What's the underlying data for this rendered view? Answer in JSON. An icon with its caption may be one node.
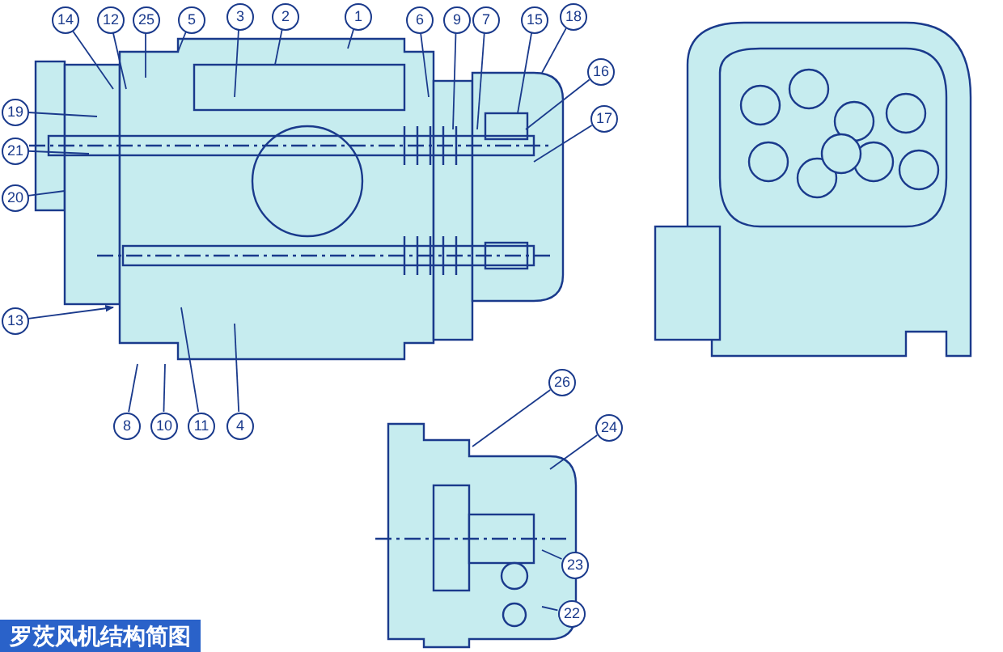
{
  "diagram": {
    "caption": "罗茨风机结构简图",
    "nodes": [
      {
        "text": [
          "14"
        ]
      },
      {
        "text": [
          "12"
        ]
      },
      {
        "text": [
          "25"
        ]
      },
      {
        "text": [
          "5"
        ]
      },
      {
        "text": [
          "3"
        ]
      },
      {
        "text": [
          "2"
        ]
      },
      {
        "text": [
          "1"
        ]
      },
      {
        "text": [
          "6"
        ]
      },
      {
        "text": [
          "9"
        ]
      },
      {
        "text": [
          "7"
        ]
      },
      {
        "text": [
          "15"
        ]
      },
      {
        "text": [
          "18"
        ]
      },
      {
        "text": [
          "16"
        ]
      },
      {
        "text": [
          "17"
        ]
      },
      {
        "text": [
          "19"
        ]
      },
      {
        "text": [
          "21"
        ]
      },
      {
        "text": [
          "20"
        ]
      },
      {
        "text": [
          "13"
        ]
      },
      {
        "text": [
          "8"
        ]
      },
      {
        "text": [
          "10"
        ]
      },
      {
        "text": [
          "11"
        ]
      },
      {
        "text": [
          "4"
        ]
      },
      {
        "text": [
          "26"
        ]
      },
      {
        "text": [
          "24"
        ]
      },
      {
        "text": [
          "23"
        ]
      },
      {
        "text": [
          "22"
        ]
      }
    ],
    "edges": [
      {
        "from": 0,
        "to": null,
        "arrow": "none"
      },
      {
        "from": 1,
        "to": null,
        "arrow": "none"
      },
      {
        "from": 2,
        "to": null,
        "arrow": "none"
      },
      {
        "from": 3,
        "to": null,
        "arrow": "none"
      },
      {
        "from": 4,
        "to": null,
        "arrow": "none"
      },
      {
        "from": 5,
        "to": null,
        "arrow": "none"
      },
      {
        "from": 6,
        "to": null,
        "arrow": "none"
      },
      {
        "from": 7,
        "to": null,
        "arrow": "none"
      },
      {
        "from": 8,
        "to": null,
        "arrow": "none"
      },
      {
        "from": 9,
        "to": null,
        "arrow": "none"
      },
      {
        "from": 10,
        "to": null,
        "arrow": "none"
      },
      {
        "from": 11,
        "to": null,
        "arrow": "none"
      },
      {
        "from": 12,
        "to": null,
        "arrow": "none"
      },
      {
        "from": 13,
        "to": null,
        "arrow": "none"
      },
      {
        "from": 14,
        "to": null,
        "arrow": "none"
      },
      {
        "from": 15,
        "to": null,
        "arrow": "none"
      },
      {
        "from": 16,
        "to": null,
        "arrow": "none"
      },
      {
        "from": 17,
        "to": null,
        "arrow": "to"
      },
      {
        "from": 18,
        "to": null,
        "arrow": "none"
      },
      {
        "from": 19,
        "to": null,
        "arrow": "none"
      },
      {
        "from": 20,
        "to": null,
        "arrow": "none"
      },
      {
        "from": 21,
        "to": null,
        "arrow": "none"
      },
      {
        "from": 22,
        "to": null,
        "arrow": "none"
      },
      {
        "from": 23,
        "to": null,
        "arrow": "none"
      },
      {
        "from": 24,
        "to": null,
        "arrow": "none"
      },
      {
        "from": 25,
        "to": null,
        "arrow": "none"
      }
    ]
  }
}
